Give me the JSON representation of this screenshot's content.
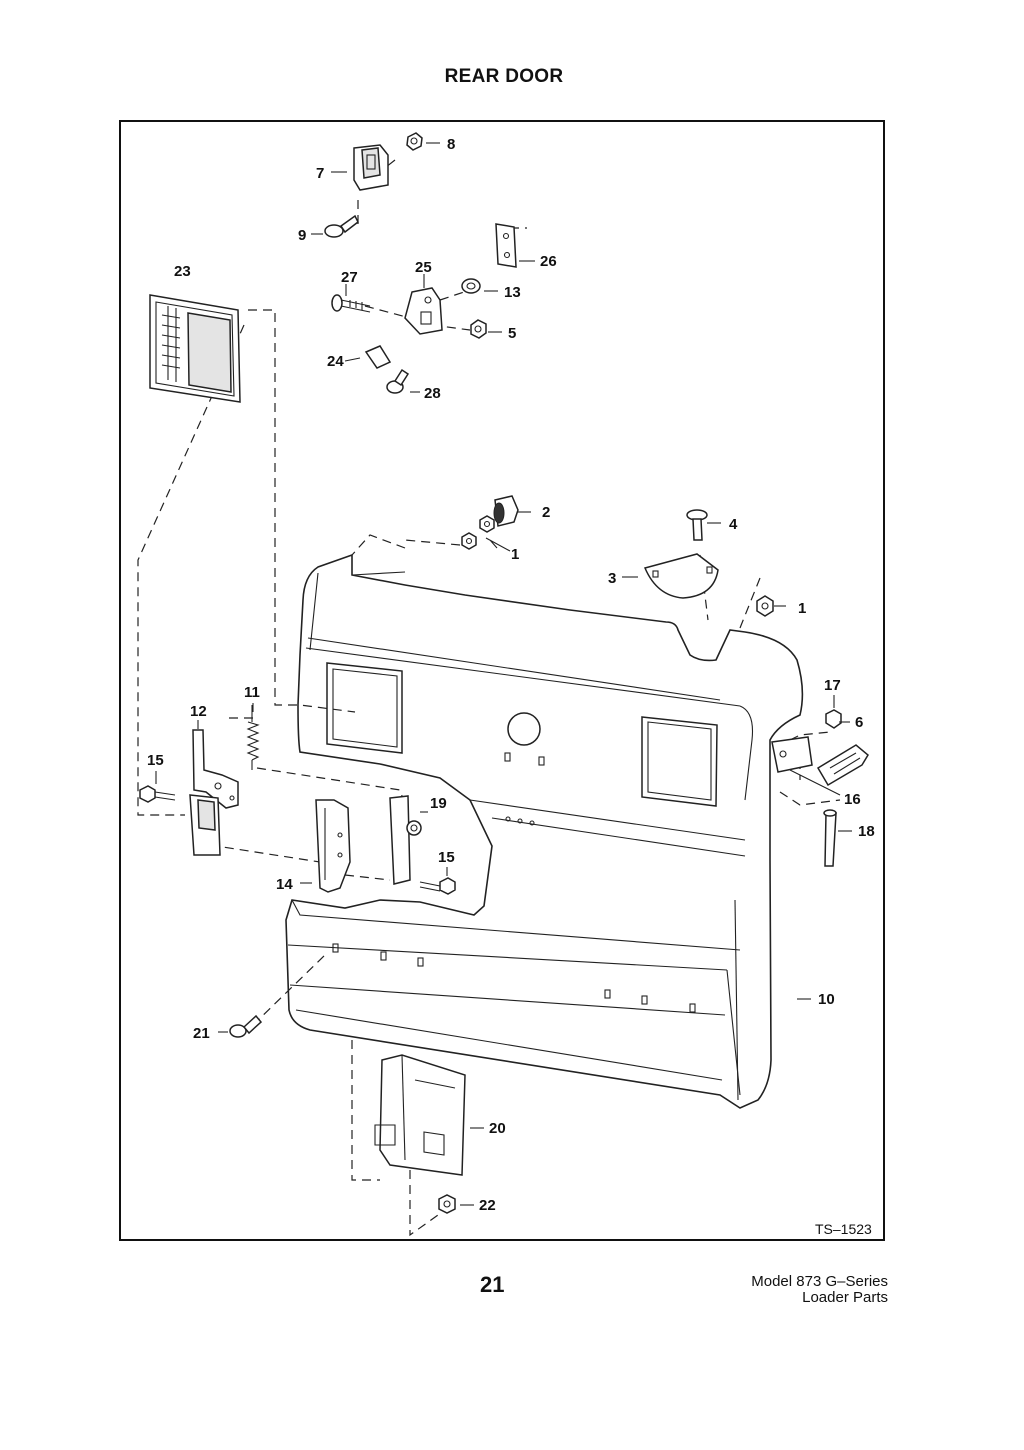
{
  "page": {
    "title": "REAR DOOR",
    "page_number": "21",
    "footer_model": "Model 873 G–Series",
    "footer_doc": "Loader Parts",
    "figure_code": "TS–1523"
  },
  "callouts": {
    "c1a": "1",
    "c1b": "1",
    "c2": "2",
    "c3": "3",
    "c4": "4",
    "c5": "5",
    "c6": "6",
    "c7": "7",
    "c8": "8",
    "c9": "9",
    "c10": "10",
    "c11": "11",
    "c12": "12",
    "c13": "13",
    "c14": "14",
    "c15a": "15",
    "c15b": "15",
    "c16": "16",
    "c17": "17",
    "c18": "18",
    "c19": "19",
    "c20": "20",
    "c21": "21",
    "c22": "22",
    "c23": "23",
    "c24": "24",
    "c25": "25",
    "c26": "26",
    "c27": "27",
    "c28": "28"
  }
}
